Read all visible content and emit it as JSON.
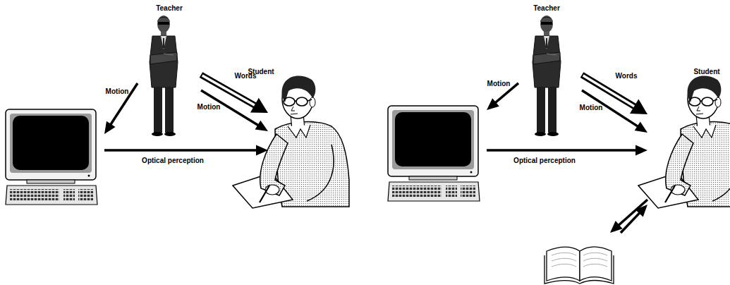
{
  "diagram": {
    "nodes": [
      {
        "text": [
          "Teacher"
        ]
      },
      {
        "text": []
      },
      {
        "text": [
          "Student"
        ]
      },
      {
        "text": [
          "Teacher"
        ]
      },
      {
        "text": []
      },
      {
        "text": [
          "Student"
        ]
      },
      {
        "text": []
      }
    ],
    "edges": [
      {
        "from": 0,
        "to": 1,
        "label": "Motion",
        "arrow": "to"
      },
      {
        "from": 0,
        "to": 2,
        "label": "Words",
        "arrow": "to"
      },
      {
        "from": 0,
        "to": 2,
        "label": "Motion",
        "arrow": "to"
      },
      {
        "from": 1,
        "to": 2,
        "label": "Optical perception",
        "arrow": "to"
      },
      {
        "from": 3,
        "to": 4,
        "label": "Motion",
        "arrow": "to"
      },
      {
        "from": 3,
        "to": 5,
        "label": "Words",
        "arrow": "to"
      },
      {
        "from": 3,
        "to": 5,
        "label": "Motion",
        "arrow": "to"
      },
      {
        "from": 4,
        "to": 5,
        "label": "Optical perception",
        "arrow": "to"
      },
      {
        "from": 5,
        "to": 6,
        "arrow": "to"
      },
      {
        "from": 6,
        "to": 5,
        "arrow": "to"
      }
    ]
  }
}
